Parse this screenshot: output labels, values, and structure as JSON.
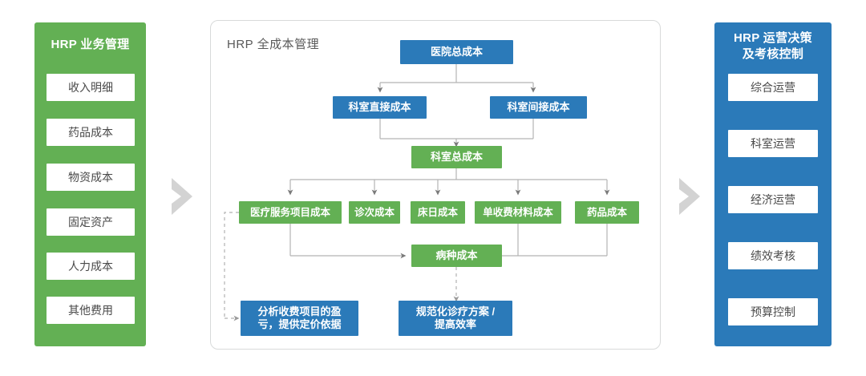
{
  "left_panel": {
    "title": "HRP 业务管理",
    "color": "#63b054",
    "items": [
      {
        "label": "收入明细"
      },
      {
        "label": "药品成本"
      },
      {
        "label": "物资成本"
      },
      {
        "label": "固定资产"
      },
      {
        "label": "人力成本"
      },
      {
        "label": "其他费用"
      }
    ]
  },
  "right_panel": {
    "title_line1": "HRP 运营决策",
    "title_line2": "及考核控制",
    "color": "#2b7ab9",
    "items": [
      {
        "label": "综合运营"
      },
      {
        "label": "科室运营"
      },
      {
        "label": "经济运营"
      },
      {
        "label": "绩效考核"
      },
      {
        "label": "预算控制"
      }
    ]
  },
  "center_panel": {
    "title": "HRP 全成本管理",
    "nodes": {
      "hospital_total": "医院总成本",
      "dept_direct": "科室直接成本",
      "dept_indirect": "科室间接成本",
      "dept_total": "科室总成本",
      "service_item": "医疗服务项目成本",
      "visit": "诊次成本",
      "bed_day": "床日成本",
      "chargeable_material": "单收费材料成本",
      "drug": "药品成本",
      "disease": "病种成本",
      "outcome_pricing_line1": "分析收费项目的盈",
      "outcome_pricing_line2": "亏，提供定价依据",
      "outcome_standard_line1": "规范化诊疗方案 /",
      "outcome_standard_line2": "提高效率"
    }
  },
  "flow_arrows": {
    "left_chevron": "chevron-right-icon",
    "right_chevron": "chevron-right-icon"
  }
}
